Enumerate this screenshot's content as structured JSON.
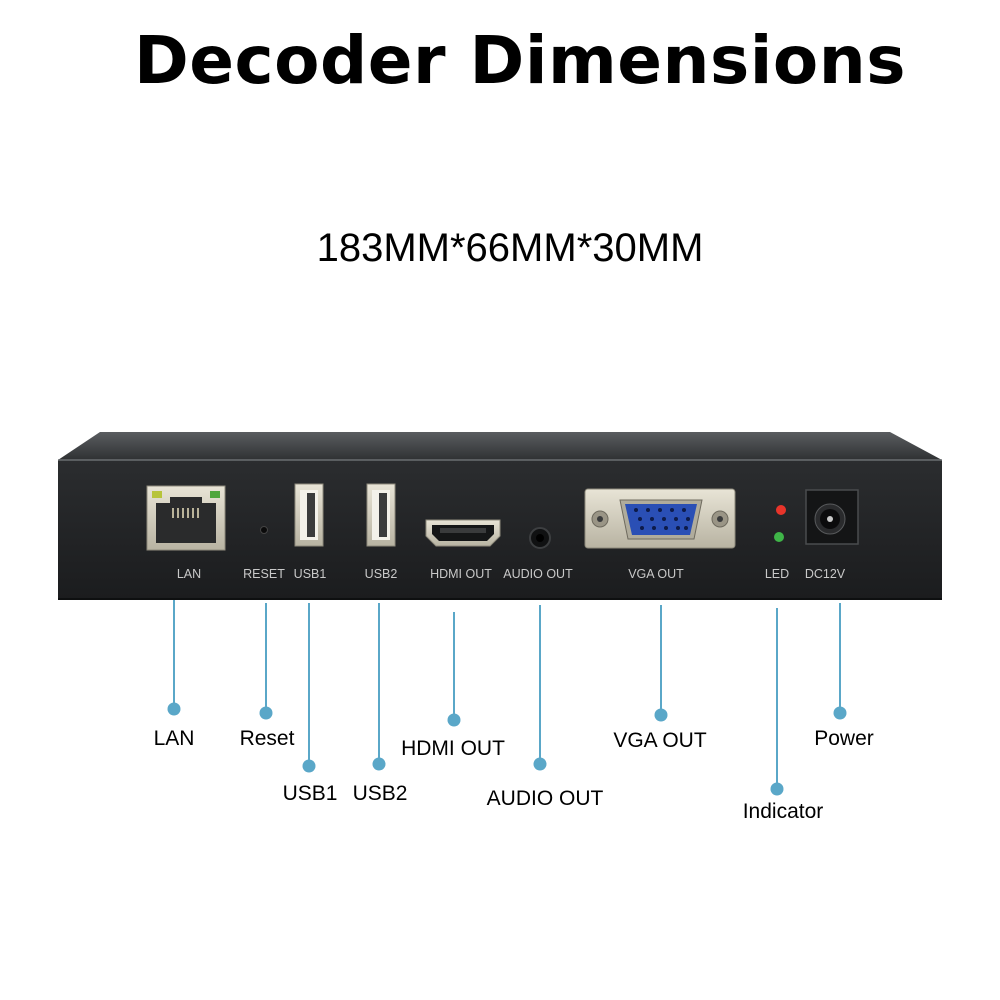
{
  "title": "Decoder Dimensions",
  "dimensions": "183MM*66MM*30MM",
  "colors": {
    "callout": "#5aa7c8",
    "chassis": "#2a2c2e",
    "panel": "#1e2022"
  },
  "panel_labels": {
    "lan": "LAN",
    "reset": "RESET",
    "usb1": "USB1",
    "usb2": "USB2",
    "hdmi": "HDMI OUT",
    "audio": "AUDIO OUT",
    "vga": "VGA OUT",
    "led": "LED",
    "dc": "DC12V"
  },
  "callouts": {
    "lan": "LAN",
    "reset": "Reset",
    "usb1": "USB1",
    "usb2": "USB2",
    "hdmi": "HDMI OUT",
    "audio": "AUDIO OUT",
    "vga": "VGA OUT",
    "indicator": "Indicator",
    "power": "Power"
  }
}
